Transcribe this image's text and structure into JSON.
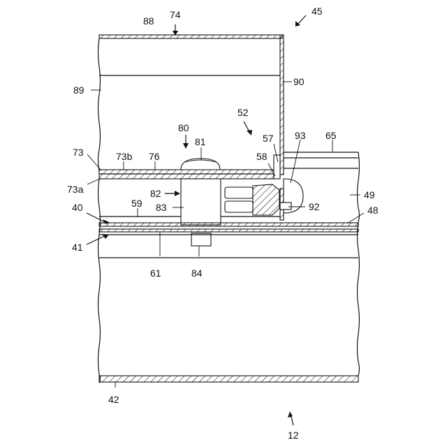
{
  "figure": {
    "labels": {
      "l88": "88",
      "l74": "74",
      "l45": "45",
      "l90": "90",
      "l89": "89",
      "l52": "52",
      "l80": "80",
      "l81": "81",
      "l57": "57",
      "l93": "93",
      "l65": "65",
      "l73": "73",
      "l73b": "73b",
      "l76": "76",
      "l58": "58",
      "l73a": "73a",
      "l82": "82",
      "l49": "49",
      "l83": "83",
      "l92": "92",
      "l40": "40",
      "l59": "59",
      "l48": "48",
      "l41": "41",
      "l61": "61",
      "l84": "84",
      "l42": "42",
      "l12": "12"
    }
  }
}
